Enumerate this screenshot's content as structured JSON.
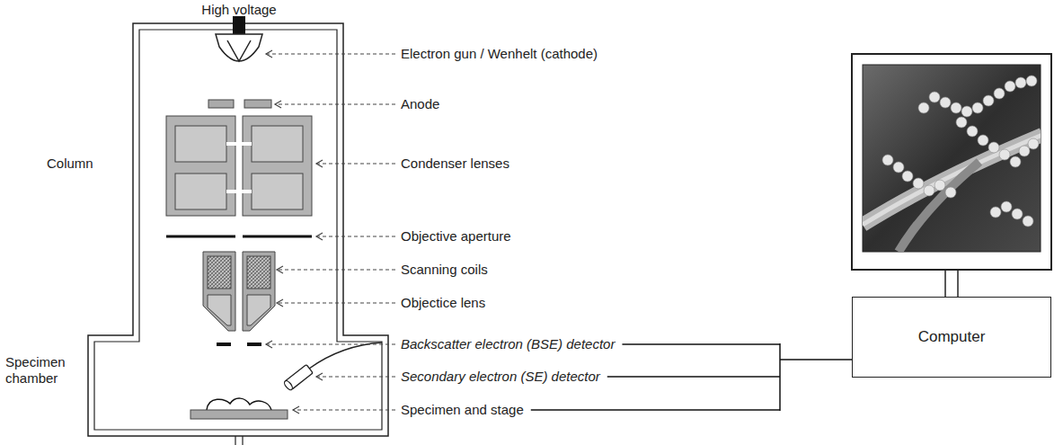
{
  "diagram": {
    "nodes": [
      {
        "text": [
          "Computer"
        ]
      }
    ],
    "labels": [
      "High voltage",
      "Column",
      "Specimen chamber",
      "Electron gun / Wenhelt (cathode)",
      "Anode",
      "Condenser lenses",
      "Objective aperture",
      "Scanning coils",
      "Objectice lens",
      "Backscatter electron (BSE) detector",
      "Secondary electron (SE) detector",
      "Specimen and stage"
    ]
  }
}
